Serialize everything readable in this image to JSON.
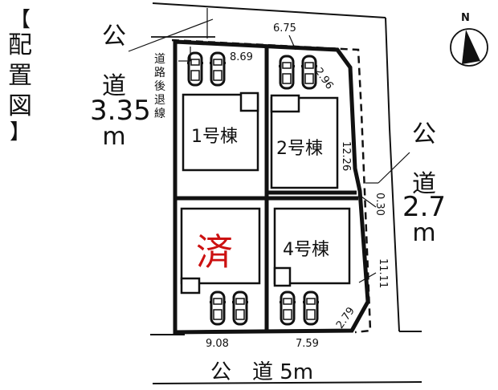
{
  "title": {
    "chars": [
      "【",
      "配",
      "置",
      "図",
      "】"
    ],
    "text": "【配置図】"
  },
  "compass": {
    "label": "N"
  },
  "roads": {
    "west": {
      "chars": [
        "公",
        "道"
      ],
      "width": "3.35",
      "unit": "m"
    },
    "east": {
      "chars": [
        "公",
        "道"
      ],
      "width": "2.7",
      "unit": "m"
    },
    "south": {
      "label": "公　道 5m"
    }
  },
  "setback_line": {
    "chars": [
      "道",
      "路",
      "後",
      "退",
      "線"
    ],
    "text": "道路後退線"
  },
  "dimensions": {
    "north_edge": "6.75",
    "west_top": "8.69",
    "ne_corner": "2.96",
    "east_upper": "12.26",
    "east_offset": "0.30",
    "east_lower": "11.11",
    "se_corner": "2.79",
    "south_left": "9.08",
    "south_right": "7.59"
  },
  "lots": [
    {
      "id": "lot-1",
      "label": "1号棟",
      "status": "available",
      "parking_spaces": 2
    },
    {
      "id": "lot-2",
      "label": "2号棟",
      "status": "available",
      "parking_spaces": 2
    },
    {
      "id": "lot-3",
      "label": "済",
      "status": "sold",
      "parking_spaces": 2
    },
    {
      "id": "lot-4",
      "label": "4号棟",
      "status": "available",
      "parking_spaces": 2
    }
  ],
  "colors": {
    "line": "#111111",
    "sold": "#cc1111",
    "background": "#ffffff"
  }
}
